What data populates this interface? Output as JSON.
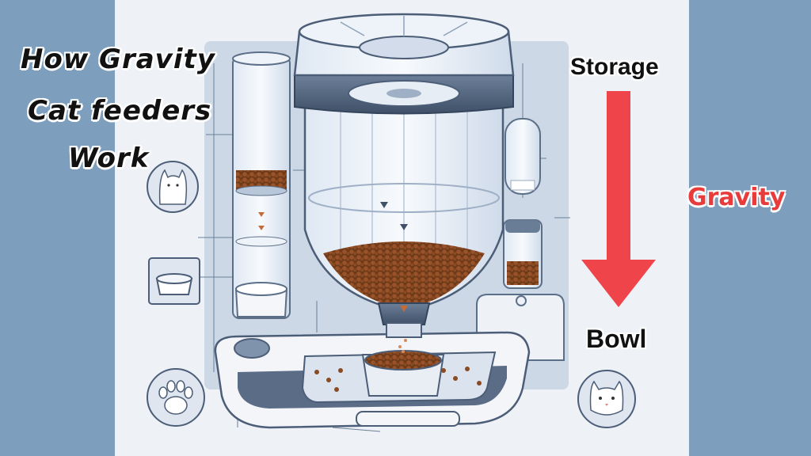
{
  "title": {
    "line1": "How Gravity",
    "line2": "Cat feeders",
    "line3": "Work"
  },
  "labels": {
    "storage": "Storage",
    "bowl": "Bowl",
    "gravity": "Gravity"
  },
  "colors": {
    "arrow": "#f0444b",
    "gravity_text": "#e83b3b",
    "side_panels": "#7d9ebc",
    "kibble": "#8a4a22"
  },
  "icons": [
    "cat-head-icon",
    "bowl-icon",
    "paw-print-icon",
    "cat-face-icon"
  ]
}
